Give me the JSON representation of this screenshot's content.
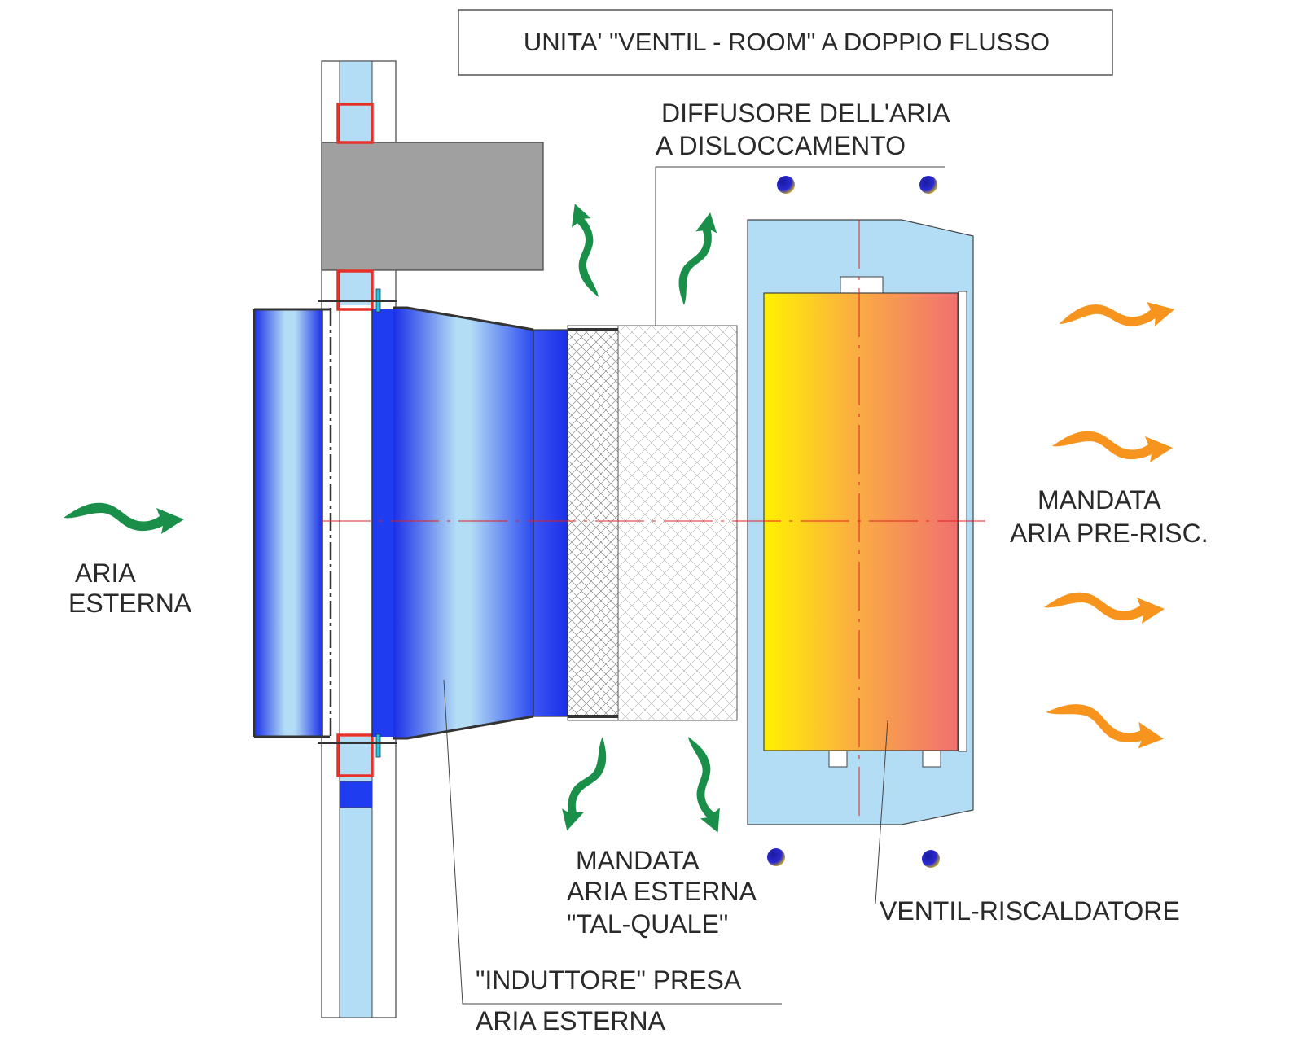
{
  "title": "UNITA' \"VENTIL - ROOM\" A DOPPIO FLUSSO",
  "labels": {
    "outside_air": [
      "ARIA",
      "ESTERNA"
    ],
    "diffuser": [
      "DIFFUSORE DELL'ARIA",
      "A DISLOCCAMENTO"
    ],
    "preheated_supply": [
      "MANDATA",
      "ARIA PRE-RISC."
    ],
    "raw_supply": [
      "MANDATA",
      "ARIA ESTERNA",
      "\"TAL-QUALE\""
    ],
    "heater": [
      "VENTIL-RISCALDATORE"
    ],
    "inductor": [
      "\"INDUTTORE\" PRESA",
      "ARIA ESTERNA"
    ]
  },
  "colors": {
    "green_arrow": "#1a8f4a",
    "orange_arrow": "#f7941d",
    "duct_blue": "#1f3cf0",
    "light_blue": "#b3dcf5",
    "wall_gray": "#a0a0a0",
    "heater_yellow": "#fff200",
    "heater_red": "#f07070",
    "bracket_red": "#e8302a",
    "centerline_red": "#e02020"
  },
  "icons": {
    "green_arrows": "wavy-flow-arrow-icon",
    "orange_arrows": "wavy-flow-arrow-icon",
    "dots": "sensor-dot-icon"
  }
}
